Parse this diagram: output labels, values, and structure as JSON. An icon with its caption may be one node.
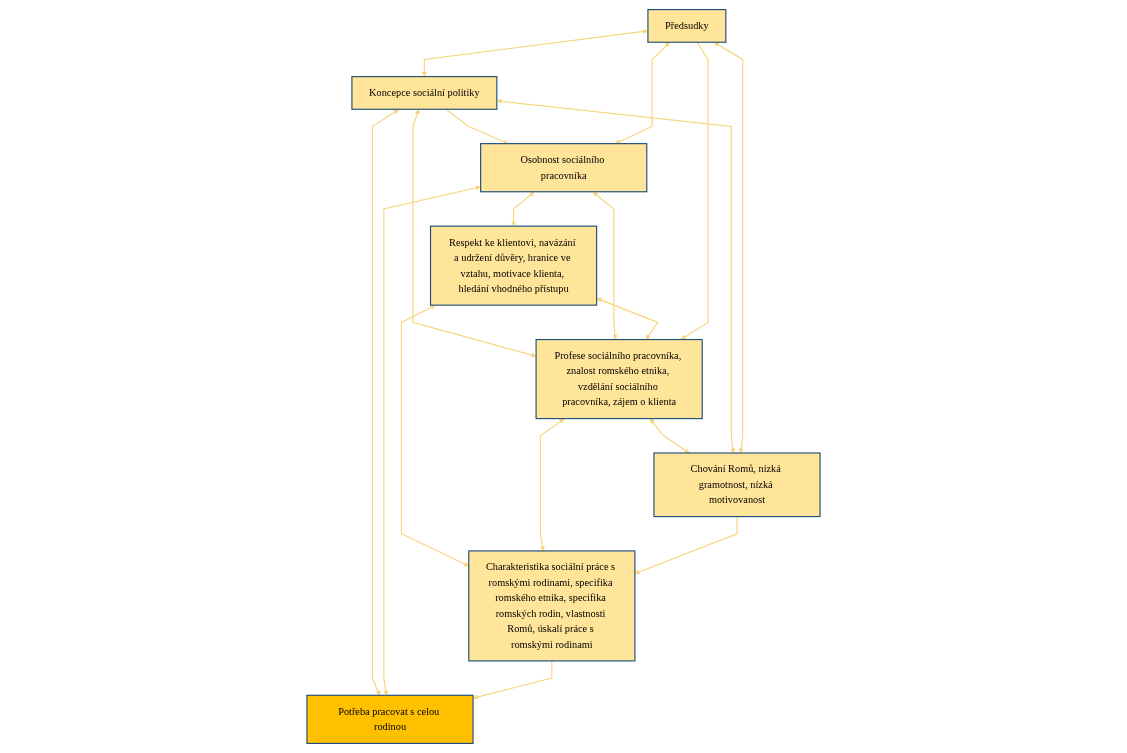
{
  "diagram": {
    "nodes": [
      {
        "text": [
          "Potřeba pracovat s celou rodinou"
        ]
      },
      {
        "text": [
          "Koncepce sociální politiky"
        ]
      },
      {
        "text": [
          "Osobnost sociálního pracovníka"
        ]
      },
      {
        "text": [
          "Respekt ke klientovi, navázání a udržení důvěry, hranice ve vztahu, motivace klienta, hledání vhodného přístupu"
        ]
      },
      {
        "text": [
          "Charakteristika sociální práce s romskými rodinami, specifika romského etnika, specifika romských rodin, vlastnosti Romů, úskalí práce s romskými rodinami"
        ]
      },
      {
        "text": [
          "Předsudky"
        ]
      },
      {
        "text": [
          "Profese sociálního pracovníka, znalost romského etnika, vzdělání sociálního pracovníka, zájem o klienta"
        ]
      },
      {
        "text": [
          "Chování Romů, nízká gramotnost, nízká motivovanost"
        ]
      }
    ],
    "edges": [
      {
        "from": 1,
        "to": 0,
        "arrow": "both"
      },
      {
        "from": 2,
        "to": 0,
        "arrow": "both"
      },
      {
        "from": 4,
        "to": 0,
        "arrow": "to"
      },
      {
        "from": 1,
        "to": 2,
        "arrow": "to"
      },
      {
        "from": 2,
        "to": 3,
        "arrow": "both"
      },
      {
        "from": 3,
        "to": 4,
        "arrow": "both"
      },
      {
        "from": 1,
        "to": 6,
        "arrow": "both"
      },
      {
        "from": 2,
        "to": 6,
        "arrow": "both"
      },
      {
        "from": 3,
        "to": 6,
        "arrow": "both"
      },
      {
        "from": 5,
        "to": 1,
        "arrow": "both"
      },
      {
        "from": 5,
        "to": 2,
        "arrow": "both"
      },
      {
        "from": 5,
        "to": 6,
        "arrow": "to"
      },
      {
        "from": 6,
        "to": 4,
        "arrow": "both"
      },
      {
        "from": 6,
        "to": 7,
        "arrow": "both"
      },
      {
        "from": 7,
        "to": 4,
        "arrow": "to"
      },
      {
        "from": 1,
        "to": 7,
        "arrow": "both"
      },
      {
        "from": 5,
        "to": 7,
        "arrow": "both"
      }
    ]
  }
}
